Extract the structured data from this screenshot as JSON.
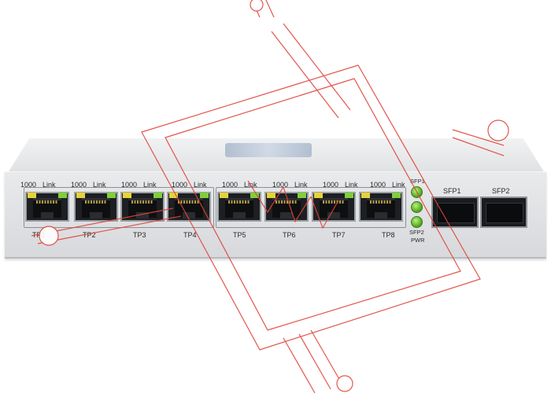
{
  "switch": {
    "ports": [
      {
        "label": "TP1",
        "speed_label": "1000",
        "link_label": "Link"
      },
      {
        "label": "TP2",
        "speed_label": "1000",
        "link_label": "Link"
      },
      {
        "label": "TP3",
        "speed_label": "1000",
        "link_label": "Link"
      },
      {
        "label": "TP4",
        "speed_label": "1000",
        "link_label": "Link"
      },
      {
        "label": "TP5",
        "speed_label": "1000",
        "link_label": "Link"
      },
      {
        "label": "TP6",
        "speed_label": "1000",
        "link_label": "Link"
      },
      {
        "label": "TP7",
        "speed_label": "1000",
        "link_label": "Link"
      },
      {
        "label": "TP8",
        "speed_label": "1000",
        "link_label": "Link"
      }
    ],
    "status_leds": {
      "sfp1": "SFP1",
      "sfp2": "SFP2",
      "pwr": "PWR"
    },
    "sfp_ports": [
      {
        "label": "SFP1"
      },
      {
        "label": "SFP2"
      }
    ],
    "colors": {
      "chassis": "#e2e4e6",
      "led_green": "#7fcf3b",
      "led_yellow": "#e7d23a",
      "watermark": "#e0443a"
    }
  }
}
